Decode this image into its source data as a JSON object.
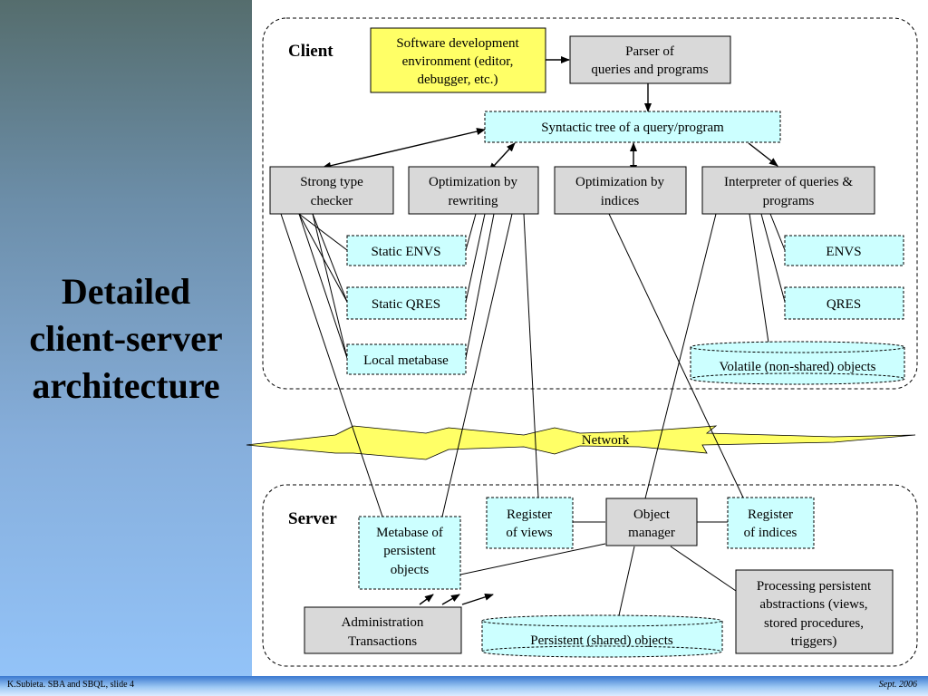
{
  "slide": {
    "title_lines": [
      "Detailed",
      "client-server",
      "architecture"
    ],
    "footer_left": "K.Subieta. SBA and SBQL, slide 4",
    "footer_right": "Sept. 2006"
  },
  "regions": {
    "client": "Client",
    "server": "Server",
    "network": "Network"
  },
  "nodes": {
    "sde": [
      "Software development",
      "environment (editor,",
      "debugger, etc.)"
    ],
    "parser": [
      "Parser of",
      "queries and programs"
    ],
    "syntax_tree": [
      "Syntactic tree of a query/program"
    ],
    "type_checker": [
      "Strong type",
      "checker"
    ],
    "opt_rewriting": [
      "Optimization by",
      "rewriting"
    ],
    "opt_indices": [
      "Optimization by",
      "indices"
    ],
    "interpreter": [
      "Interpreter of queries &",
      "programs"
    ],
    "static_envs": [
      "Static ENVS"
    ],
    "static_qres": [
      "Static QRES"
    ],
    "local_metabase": [
      "Local metabase"
    ],
    "envs": [
      "ENVS"
    ],
    "qres": [
      "QRES"
    ],
    "volatile": [
      "Volatile (non-shared) objects"
    ],
    "metabase_persistent": [
      "Metabase of",
      "persistent",
      "objects"
    ],
    "register_views": [
      "Register",
      "of views"
    ],
    "object_manager": [
      "Object",
      "manager"
    ],
    "register_indices": [
      "Register",
      "of indices"
    ],
    "admin": [
      "Administration",
      "Transactions"
    ],
    "persistent": [
      "Persistent (shared) objects"
    ],
    "processing": [
      "Processing persistent",
      "abstractions (views,",
      "stored procedures,",
      "triggers)"
    ]
  }
}
